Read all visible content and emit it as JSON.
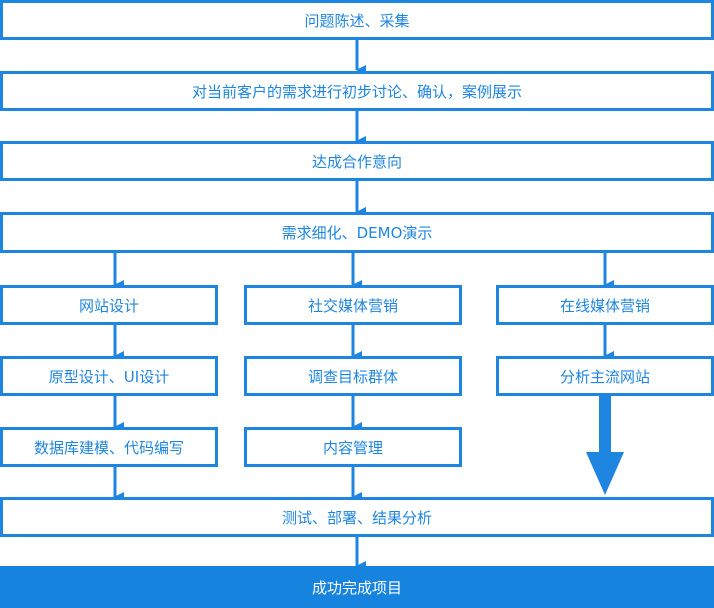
{
  "steps": {
    "s1": "问题陈述、采集",
    "s2": "对当前客户的需求进行初步讨论、确认，案例展示",
    "s3": "达成合作意向",
    "s4": "需求细化、DEMO演示"
  },
  "branches": {
    "web": [
      "网站设计",
      "原型设计、UI设计",
      "数据库建模、代码编写"
    ],
    "social": [
      "社交媒体营销",
      "调查目标群体",
      "内容管理"
    ],
    "online": [
      "在线媒体营销",
      "分析主流网站"
    ]
  },
  "merge": "测试、部署、结果分析",
  "final": "成功完成项目",
  "colors": {
    "accent": "#1e86e0",
    "final_fill": "#1683df"
  }
}
